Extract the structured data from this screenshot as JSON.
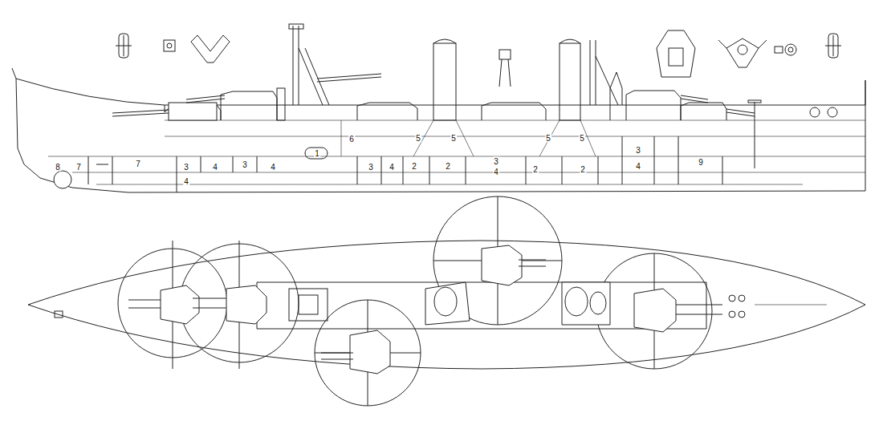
{
  "diagram": {
    "labels": [
      "8",
      "7",
      "7",
      "3",
      "4",
      "4",
      "3",
      "4",
      "1",
      "6",
      "3",
      "4",
      "2",
      "5",
      "5",
      "2",
      "3",
      "4",
      "5",
      "5",
      "2",
      "2",
      "3",
      "4",
      "9"
    ]
  }
}
